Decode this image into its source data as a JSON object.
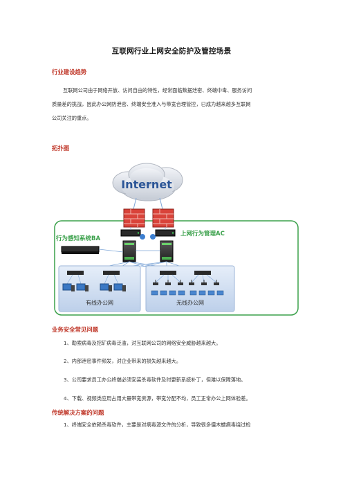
{
  "doc": {
    "title": "互联网行业上网安全防护及管控场景",
    "section1": {
      "heading": "行业建设趋势",
      "para_l1": "互联网公司由于网络开放、访问自由的特性，经常面临数据泄密、终端中毒、服务访问",
      "para_l2": "质量差的挑战，因此办公网防泄密、终端安全准入与带宽合理管控，已成为越来越多互联网",
      "para_l3": "公司关注的重点。"
    },
    "section2": {
      "heading": "拓扑图",
      "diagram": {
        "internet": "Internet",
        "ba_label": "行为感知系统BA",
        "ac_label": "上网行为管理AC",
        "wired_label": "有线办公网",
        "wireless_label": "无线办公网"
      }
    },
    "section3": {
      "heading": "业务安全常见问题",
      "items": [
        "1、勒索病毒及挖矿病毒泛滥，对互联网公司的网络安全威胁越来越大。",
        "2、内部泄密事件频发，对企业带来的损失越来越大。",
        "3、公司要求员工办公终端必须安装杀毒软件及时更新系统补丁，但难以保障落地。",
        "4、下载、视频类应用占用大量带宽资源，带宽分配不均，员工正常办公上网体验差。"
      ]
    },
    "section4": {
      "heading": "传统解决方案的问题",
      "items": [
        "1、终端安全依赖杀毒软件，主要是对病毒源文件的分析，导致很多僵木蠕病毒绕过检"
      ]
    },
    "colors": {
      "heading_red": "#c0392b",
      "frame_green": "#3aa04a",
      "zone_blue": "#c9daf0",
      "firewall_red": "#d9433a"
    }
  }
}
